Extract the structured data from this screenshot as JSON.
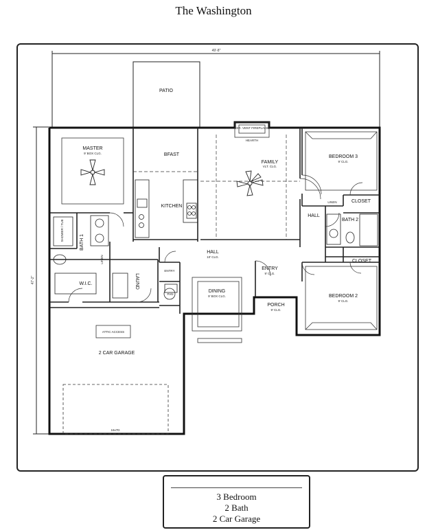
{
  "title": "The Washington",
  "dimensions": {
    "width": "49'-8\"",
    "depth": "47'-2\""
  },
  "rooms": {
    "patio": "PATIO",
    "master": "MASTER",
    "master_sub": "9' BOX CLG.",
    "bfast": "BFAST",
    "family": "FAMILY",
    "family_sub": "VLT. CLG.",
    "hearth": "HEARTH",
    "fireplace": "DIR. VENT FIREPLACE",
    "bedroom3": "BEDROOM 3",
    "bedroom3_sub": "9' CLG.",
    "closet_top": "CLOSET",
    "linen_right": "LINEN",
    "hall_right": "HALL",
    "bath2": "BATH 2",
    "kitchen": "KITCHEN",
    "bath1": "BATH 1",
    "linen_left": "LINEN",
    "hall": "HALL",
    "hall_sub": "10' CLG.",
    "entry_small": "ENTRY",
    "wic": "W.I.C.",
    "laund": "LAUND",
    "pan": "PAN",
    "dining": "DINING",
    "dining_sub": "9' BOX CLG.",
    "entry": "ENTRY",
    "entry_sub": "9' CLG.",
    "porch": "PORCH",
    "porch_sub": "9' CLG.",
    "closet_mid": "CLOSET",
    "bedroom2": "BEDROOM 2",
    "bedroom2_sub": "9' CLG.",
    "garage": "2 CAR GARAGE",
    "attic": "ATTIC ACCESS",
    "garage_door": "16x7D",
    "shower": "SHOWER / TUB"
  },
  "info": {
    "bedrooms": "3 Bedroom",
    "baths": "2 Bath",
    "garage": "2 Car Garage"
  }
}
